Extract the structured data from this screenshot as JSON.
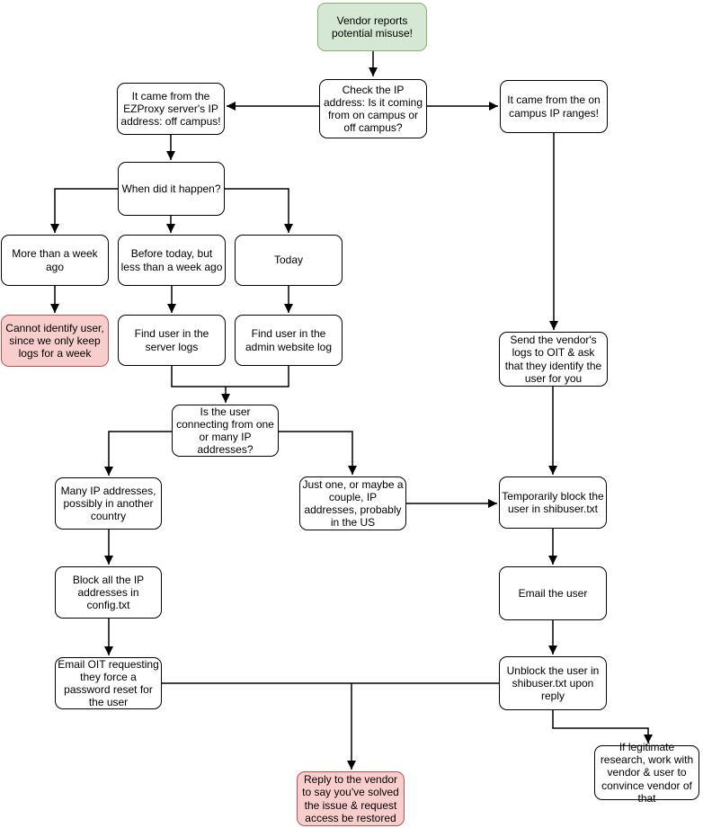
{
  "diagram": {
    "title": "EZProxy vendor misuse report flowchart",
    "colors": {
      "process_fill": "#ffffff",
      "process_border": "#000000",
      "start_fill": "#d5e8d4",
      "start_border": "#82b366",
      "terminal_fill": "#f8cecc",
      "terminal_border": "#b85450",
      "connector": "#000000"
    },
    "nodes": {
      "vendor_reports": {
        "label": "Vendor reports potential misuse!"
      },
      "check_ip": {
        "label": "Check the IP address: Is it coming from on campus or off campus?"
      },
      "ezproxy_off_campus": {
        "label": "It came from the EZProxy server's IP address: off campus!"
      },
      "on_campus": {
        "label": "It came from the on campus IP ranges!"
      },
      "when_happen": {
        "label": "When did it happen?"
      },
      "more_than_week": {
        "label": "More than a week ago"
      },
      "before_today": {
        "label": "Before today, but less than a week ago"
      },
      "today": {
        "label": "Today"
      },
      "cannot_identify": {
        "label": "Cannot identify user, since we only keep logs for a week"
      },
      "find_server_logs": {
        "label": "Find user in the server logs"
      },
      "find_admin_log": {
        "label": "Find user in the admin website log"
      },
      "is_user_connecting": {
        "label": "Is the user connecting from one or many IP addresses?"
      },
      "many_ips": {
        "label": "Many IP addresses, possibly in another country"
      },
      "just_one": {
        "label": "Just one, or maybe a couple, IP addresses, probably in the US"
      },
      "block_ips": {
        "label": "Block all the IP addresses in config.txt"
      },
      "email_oit": {
        "label": "Email OIT requesting they force a password reset for the user"
      },
      "send_logs_oit": {
        "label": "Send the vendor's logs to OIT & ask that they identify the user for you"
      },
      "temp_block": {
        "label": "Temporarily block the user in shibuser.txt"
      },
      "email_user": {
        "label": "Email the user"
      },
      "unblock_user": {
        "label": "Unblock the user in shibuser.txt upon reply"
      },
      "legit_research": {
        "label": "If legitimate research, work with vendor & user to convince vendor of that"
      },
      "reply_vendor": {
        "label": "Reply to the vendor to say you've solved the issue & request access be restored"
      }
    }
  }
}
